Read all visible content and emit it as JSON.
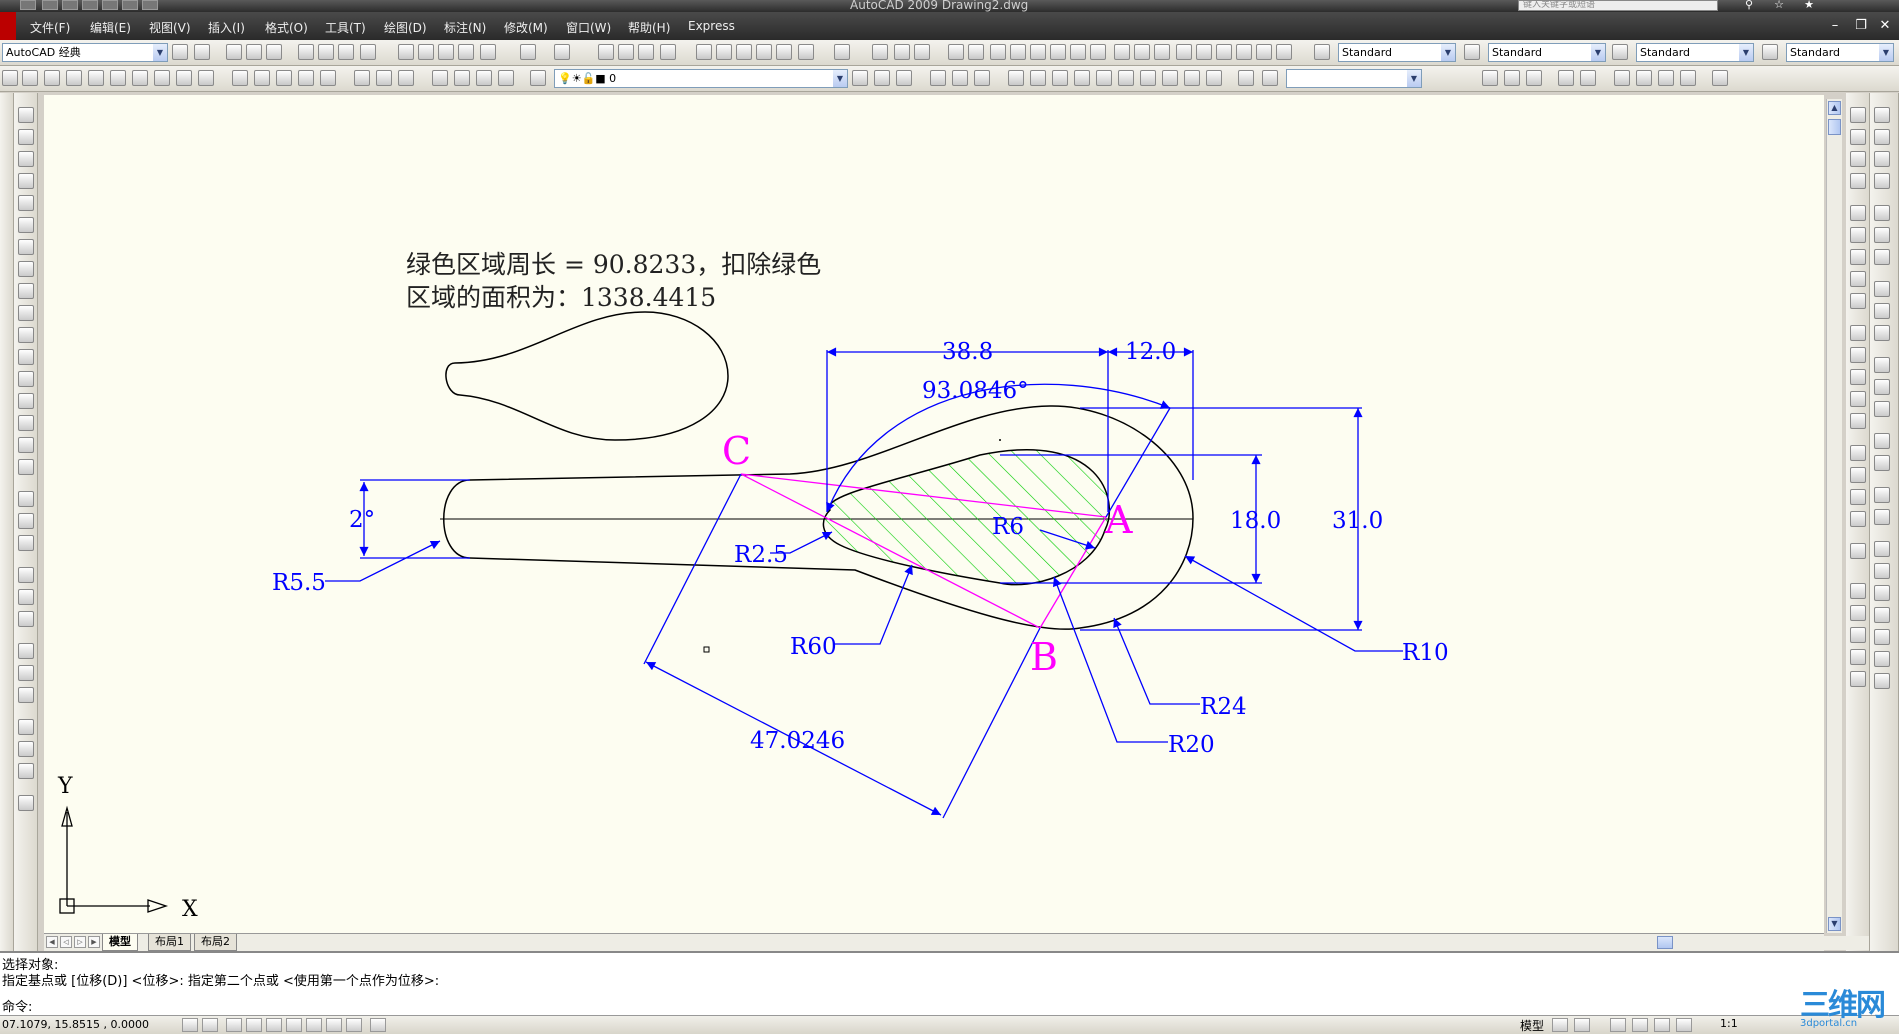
{
  "window": {
    "title": "AutoCAD 2009  Drawing2.dwg",
    "search_placeholder": "键入关键字或短语"
  },
  "menu": {
    "items": [
      "文件(F)",
      "编辑(E)",
      "视图(V)",
      "插入(I)",
      "格式(O)",
      "工具(T)",
      "绘图(D)",
      "标注(N)",
      "修改(M)",
      "窗口(W)",
      "帮助(H)",
      "Express"
    ]
  },
  "toolbar": {
    "workspace": "AutoCAD 经典",
    "text_style": "Standard",
    "dim_style": "Standard",
    "table_style": "Standard",
    "multileader_style": "Standard",
    "layer": "0"
  },
  "drawing": {
    "note_line1": "绿色区域周长 = 90.8233，扣除绿色",
    "note_line2": "区域的面积为：1338.4415",
    "dims": {
      "d_38_8": "38.8",
      "d_12_0": "12.0",
      "angle": "93.0846°",
      "d_18_0": "18.0",
      "d_31_0": "31.0",
      "d_2deg": "2°",
      "d_47": "47.0246",
      "r5_5": "R5.5",
      "r2_5": "R2.5",
      "r60": "R60",
      "r6": "R6",
      "r10": "R10",
      "r24": "R24",
      "r20": "R20"
    },
    "points": {
      "a": "A",
      "b": "B",
      "c": "C"
    },
    "ucs": {
      "x": "X",
      "y": "Y"
    },
    "colors": {
      "dim": "#0000ff",
      "point_label": "#ff00ff",
      "hatch": "#00cc00",
      "geometry": "#000000",
      "helper_line": "#ff00ff"
    }
  },
  "tabs": [
    "模型",
    "布局1",
    "布局2"
  ],
  "command": {
    "line1": "选择对象:",
    "line2": "指定基点或 [位移(D)] <位移>:  指定第二个点或 <使用第一个点作为位移>:",
    "prompt": "命令:"
  },
  "status": {
    "coords": "07.1079, 15.8515 , 0.0000",
    "model_label": "模型",
    "scale": "1:1"
  },
  "watermark": {
    "brand": "三维网",
    "url": "3dportal.cn"
  }
}
